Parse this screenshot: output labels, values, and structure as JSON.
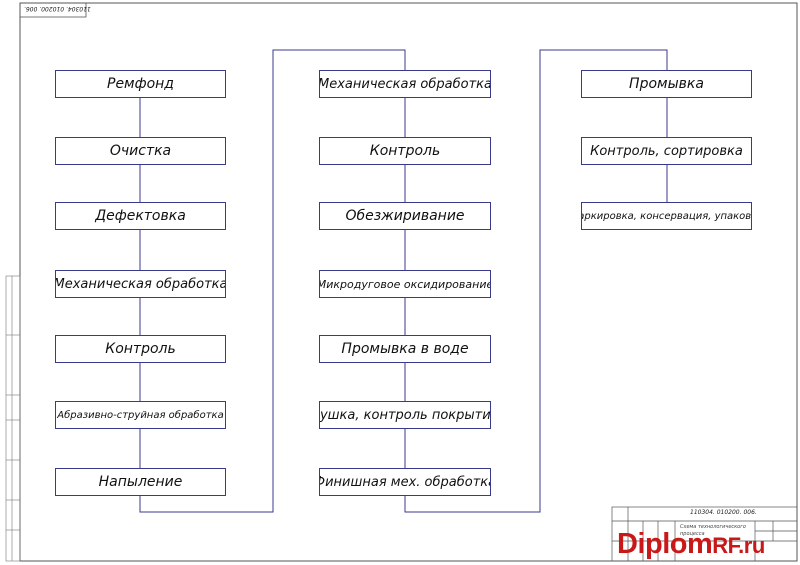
{
  "drawing": {
    "doc_number": "110304. 010200. 006.",
    "stamp_title": "Схема технологического процесса"
  },
  "column1": [
    "Ремфонд",
    "Очистка",
    "Дефектовка",
    "Механическая обработка",
    "Контроль",
    "Абразивно-струйная обработка",
    "Напыление"
  ],
  "column2": [
    "Механическая обработка",
    "Контроль",
    "Обезжиривание",
    "Микродуговое оксидирование",
    "Промывка в воде",
    "Сушка, контроль покрытий",
    "Финишная мех. обработка"
  ],
  "column3": [
    "Промывка",
    "Контроль, сортировка",
    "Маркировка, консервация, упаковка"
  ],
  "watermark": {
    "main": "Diplom",
    "suffix": "RF.ru"
  },
  "colors": {
    "line": "#3a3a8c",
    "watermark": "#c91818"
  }
}
